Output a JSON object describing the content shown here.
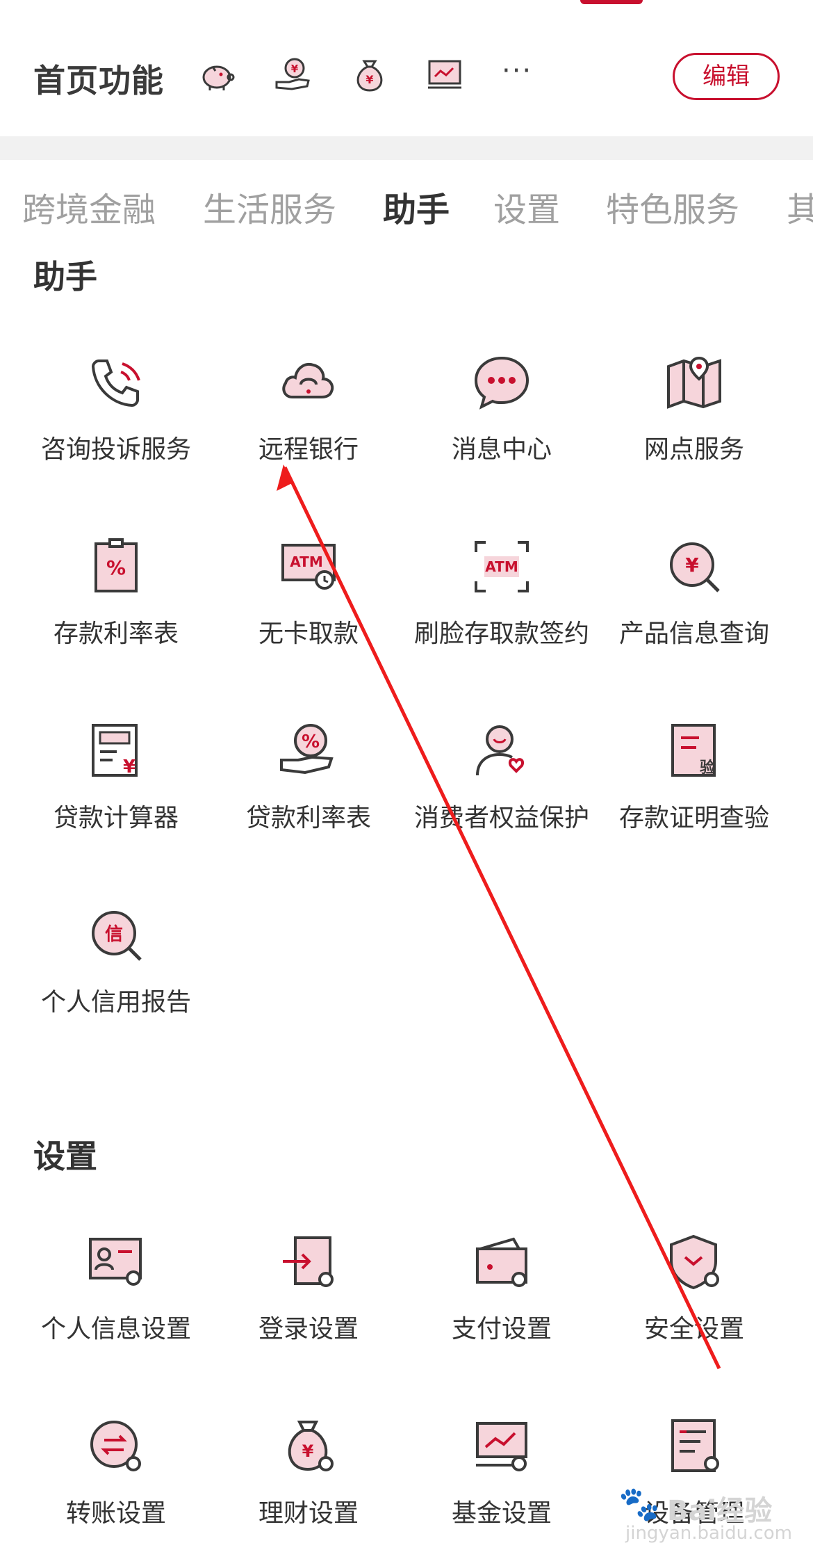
{
  "header": {
    "title": "首页功能",
    "icons": [
      "piggy-bank-icon",
      "yen-hand-icon",
      "money-bag-icon",
      "chart-monitor-icon"
    ],
    "more": "···",
    "edit_label": "编辑"
  },
  "tabs": [
    {
      "label": "跨境金融",
      "active": false
    },
    {
      "label": "生活服务",
      "active": false
    },
    {
      "label": "助手",
      "active": true
    },
    {
      "label": "设置",
      "active": false
    },
    {
      "label": "特色服务",
      "active": false
    },
    {
      "label": "其",
      "active": false
    }
  ],
  "sections": {
    "assistant": {
      "title": "助手",
      "items": [
        {
          "label": "咨询投诉服务",
          "icon": "phone-icon"
        },
        {
          "label": "远程银行",
          "icon": "cloud-headset-icon"
        },
        {
          "label": "消息中心",
          "icon": "message-bubble-icon"
        },
        {
          "label": "网点服务",
          "icon": "map-pin-icon"
        },
        {
          "label": "存款利率表",
          "icon": "percent-doc-icon"
        },
        {
          "label": "无卡取款",
          "icon": "atm-clock-icon"
        },
        {
          "label": "刷脸存取款签约",
          "icon": "atm-face-scan-icon"
        },
        {
          "label": "产品信息查询",
          "icon": "yen-search-icon"
        },
        {
          "label": "贷款计算器",
          "icon": "calculator-yen-icon"
        },
        {
          "label": "贷款利率表",
          "icon": "percent-hand-icon"
        },
        {
          "label": "消费者权益保护",
          "icon": "person-heart-icon"
        },
        {
          "label": "存款证明查验",
          "icon": "verify-doc-icon"
        },
        {
          "label": "个人信用报告",
          "icon": "credit-search-icon"
        }
      ]
    },
    "settings": {
      "title": "设置",
      "items": [
        {
          "label": "个人信息设置",
          "icon": "id-card-gear-icon"
        },
        {
          "label": "登录设置",
          "icon": "login-gear-icon"
        },
        {
          "label": "支付设置",
          "icon": "wallet-gear-icon"
        },
        {
          "label": "安全设置",
          "icon": "shield-gear-icon"
        },
        {
          "label": "转账设置",
          "icon": "transfer-gear-icon"
        },
        {
          "label": "理财设置",
          "icon": "money-bag-gear-icon"
        },
        {
          "label": "基金设置",
          "icon": "chart-gear-icon"
        },
        {
          "label": "设备管理",
          "icon": "device-list-gear-icon"
        }
      ]
    }
  },
  "icon_glyphs": {
    "credit": "信",
    "atm": "ATM",
    "verify": "验",
    "yen": "¥",
    "percent": "%"
  },
  "colors": {
    "accent": "#c8102e",
    "icon_stroke": "#3a3a3a",
    "icon_fill_light": "#f6d5db",
    "tab_inactive": "#a0a0a0",
    "text": "#333333"
  },
  "watermark": {
    "main": "Bai经验",
    "sub": "jingyan.baidu.com"
  }
}
